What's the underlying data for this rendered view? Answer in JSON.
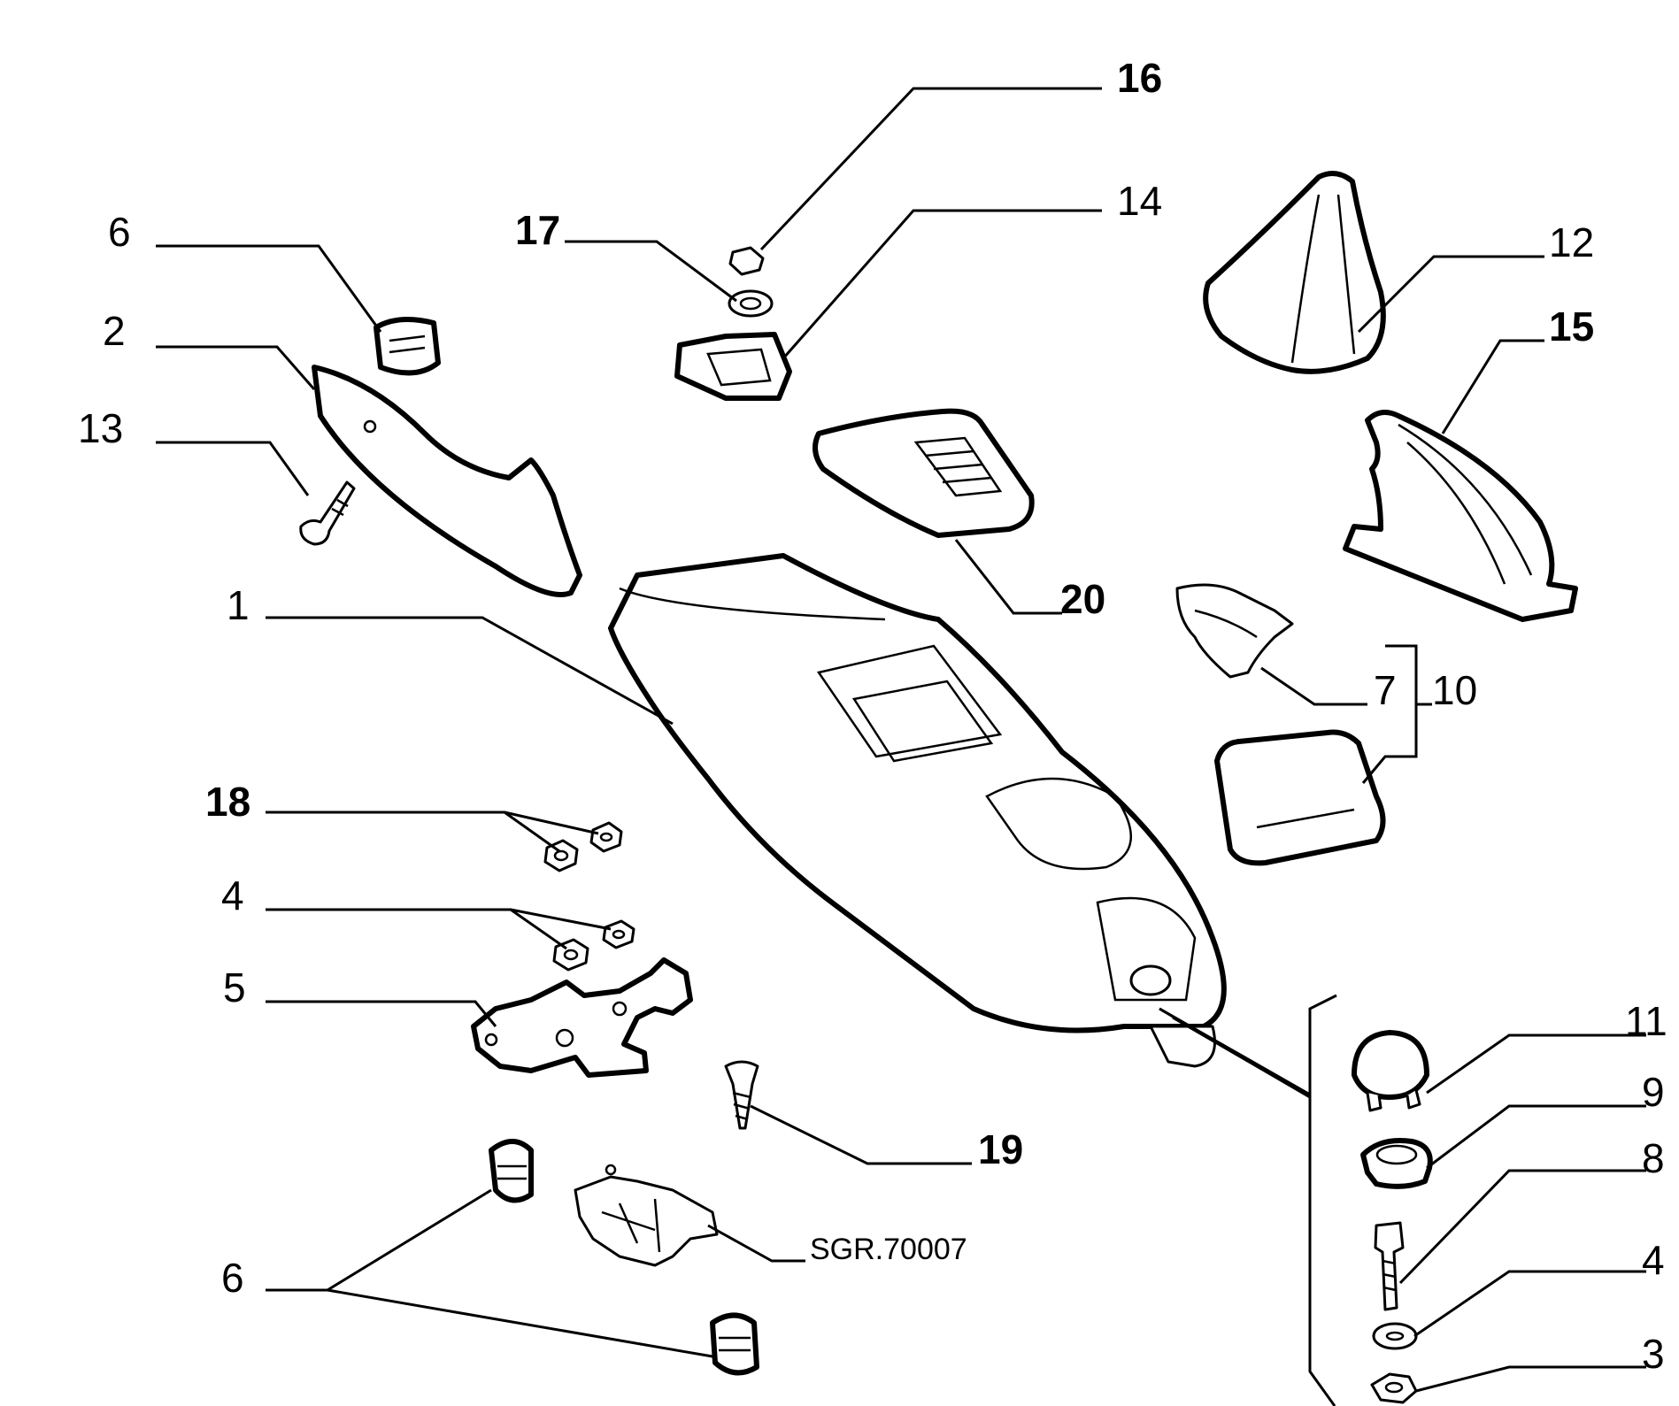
{
  "callouts": {
    "c16": "16",
    "c14": "14",
    "c17": "17",
    "c6_top": "6",
    "c2": "2",
    "c13": "13",
    "c12": "12",
    "c15": "15",
    "c20": "20",
    "c1": "1",
    "c7": "7",
    "c10": "10",
    "c18": "18",
    "c4_left": "4",
    "c5": "5",
    "c19": "19",
    "c6_bottom": "6",
    "c11": "11",
    "c9": "9",
    "c8": "8",
    "c4_right": "4",
    "c3": "3"
  },
  "reference_code": "SGR.70007"
}
